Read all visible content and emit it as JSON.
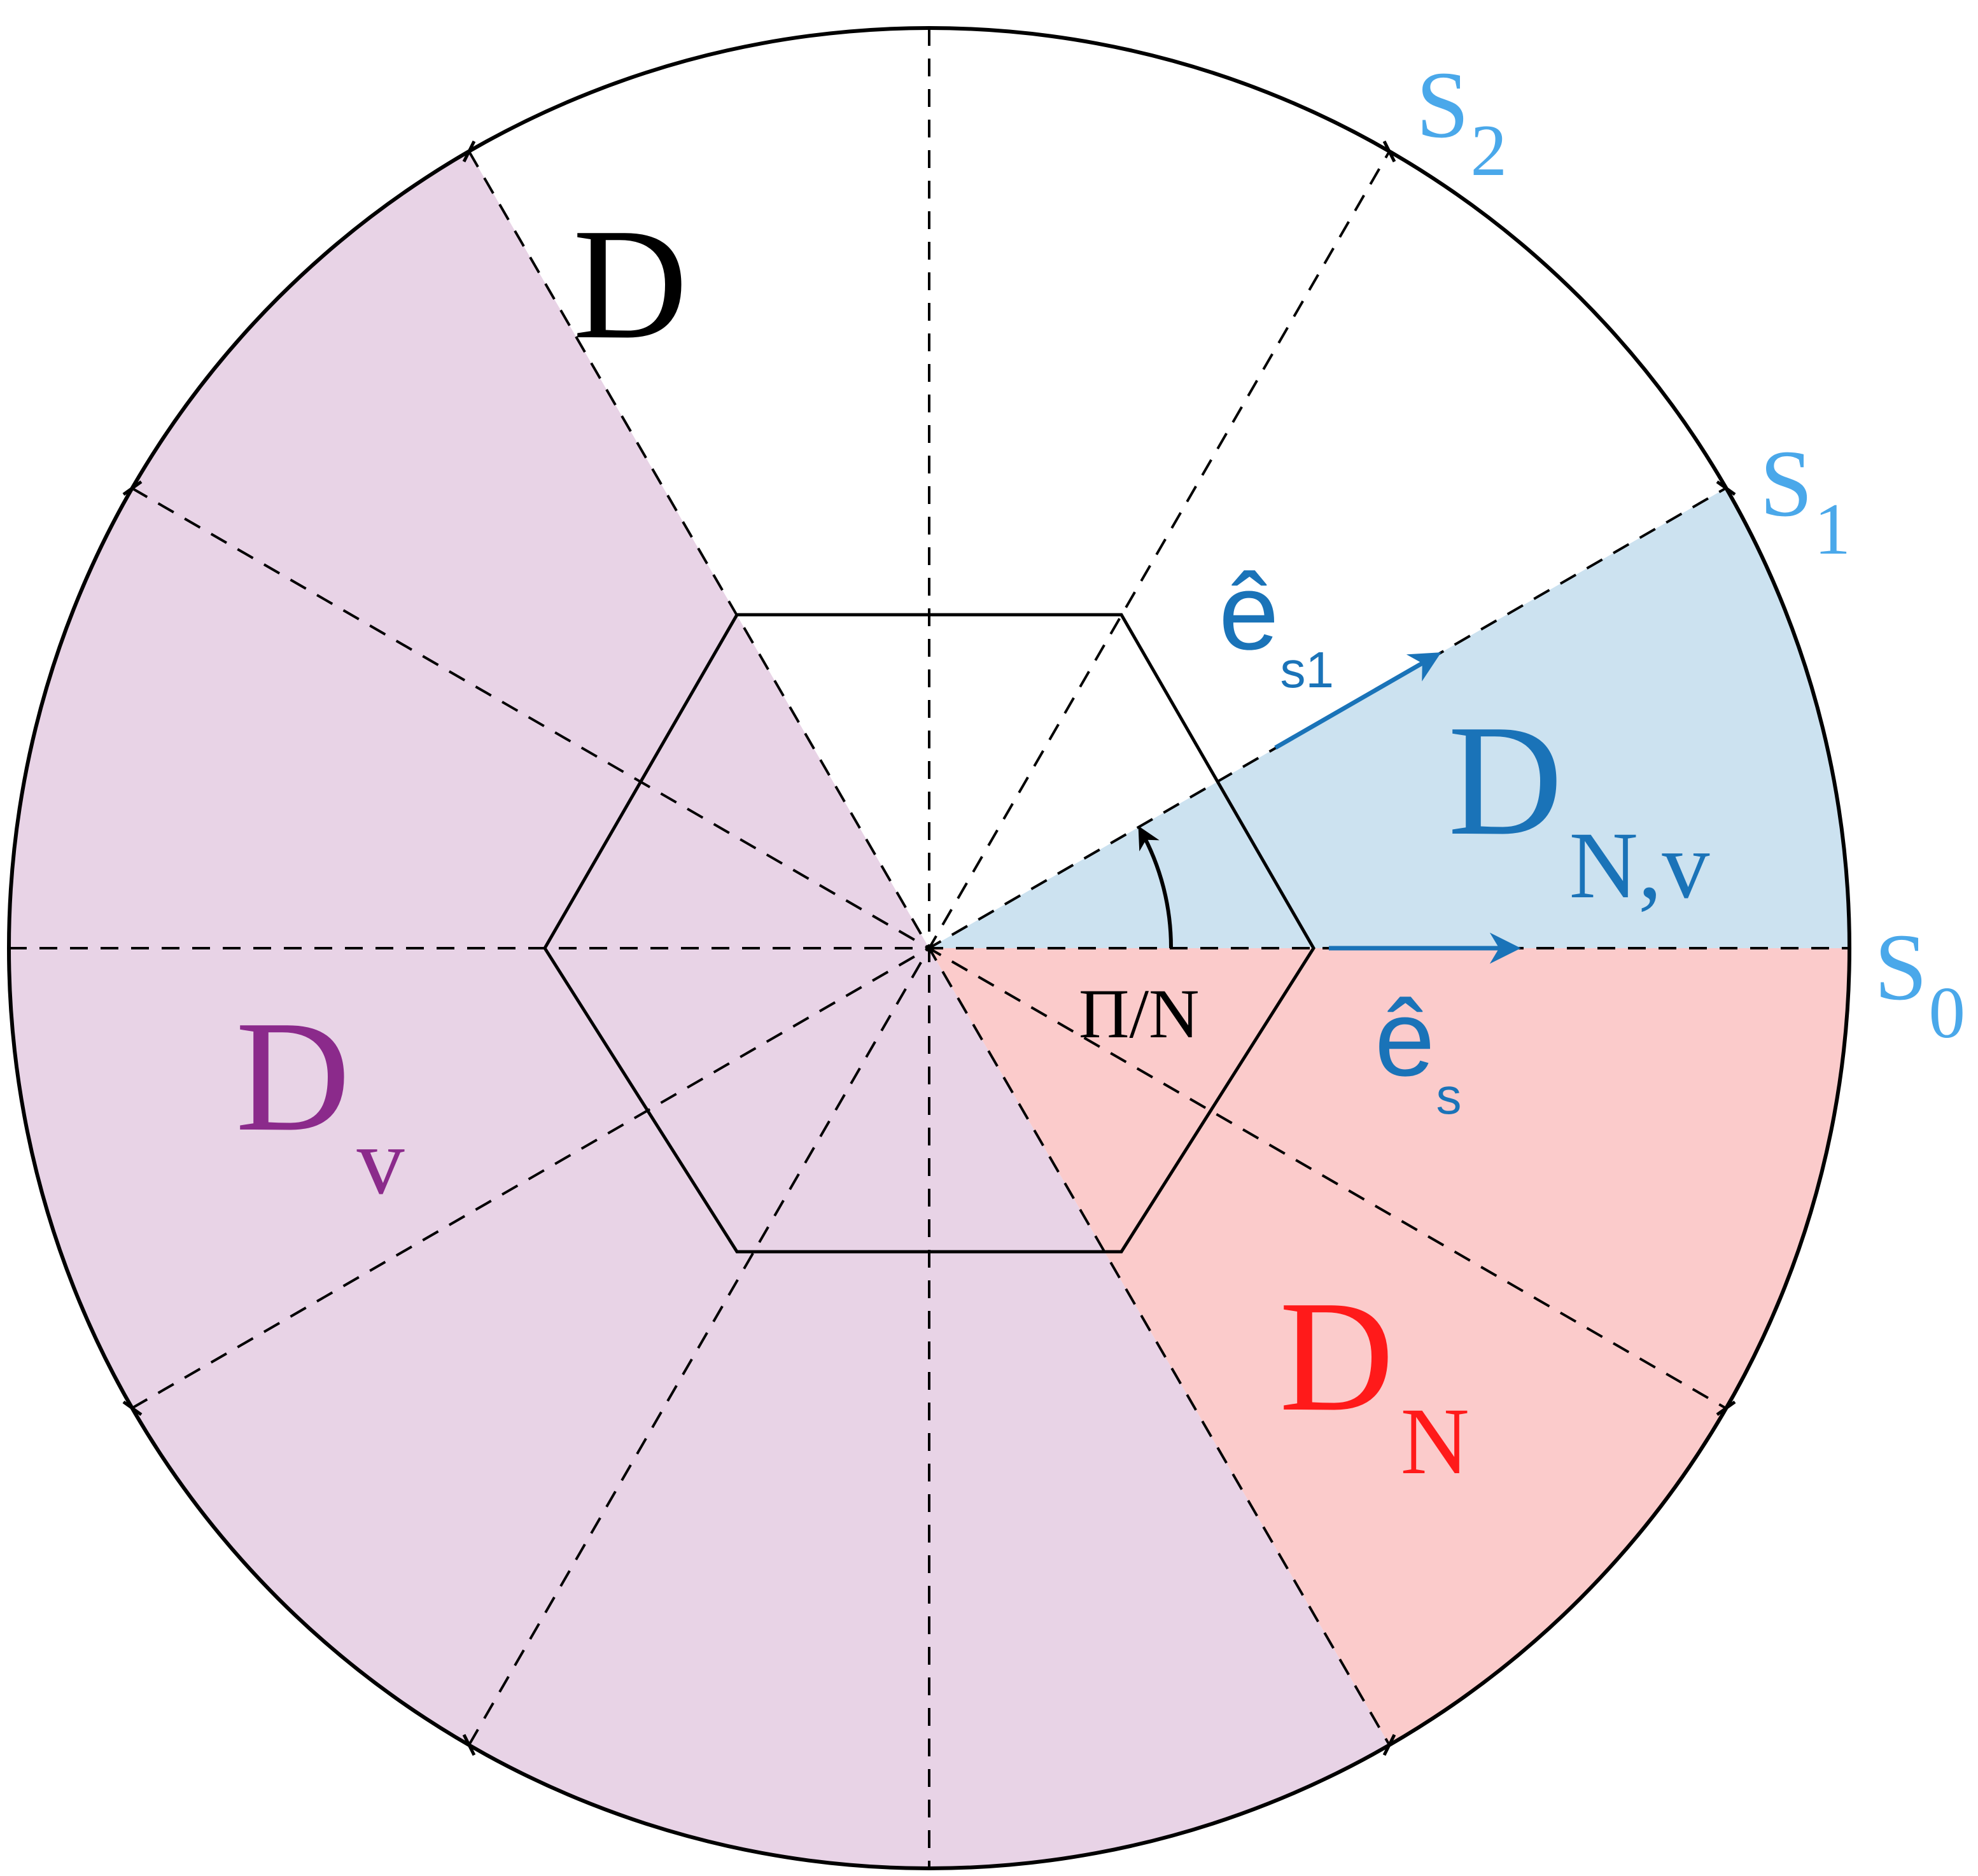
{
  "colors": {
    "region_dv": "#e8d3e6",
    "region_dnv": "#cce2f0",
    "region_dn": "#fbcbcb",
    "outline": "#000000",
    "label_d": "#000000",
    "label_dv": "#8b2a8b",
    "label_dnv": "#1a73b8",
    "label_dn": "#ff1a1a",
    "label_s": "#4aa8ea",
    "vector": "#1a73b8",
    "angle_arrow": "#000000"
  },
  "labels": {
    "region_d": "D",
    "region_dv": {
      "main": "D",
      "sub": "v"
    },
    "region_dnv": {
      "main": "D",
      "sub": "N,v"
    },
    "region_dn": {
      "main": "D",
      "sub": "N"
    },
    "s0": {
      "main": "S",
      "sub": "0"
    },
    "s1": {
      "main": "S",
      "sub": "1"
    },
    "s2": {
      "main": "S",
      "sub": "2"
    },
    "e_s": {
      "main": "ê",
      "sub": "s"
    },
    "e_s1": {
      "main": "ê",
      "sub": "s1"
    },
    "angle": "Π/N"
  }
}
